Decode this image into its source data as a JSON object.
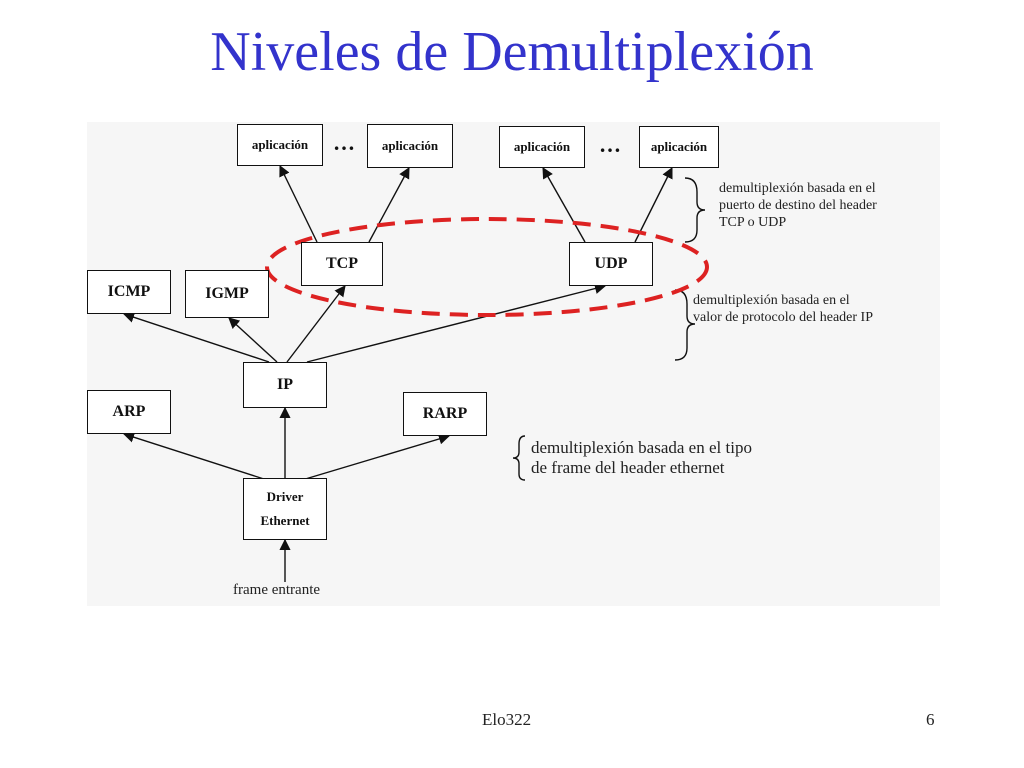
{
  "slide": {
    "title": "Niveles de Demultiplexión",
    "footer_center": "Elo322",
    "page_number": "6"
  },
  "diagram": {
    "boxes": {
      "app1": "aplicación",
      "app2": "aplicación",
      "app3": "aplicación",
      "app4": "aplicación",
      "tcp": "TCP",
      "udp": "UDP",
      "icmp": "ICMP",
      "igmp": "IGMP",
      "ip": "IP",
      "arp": "ARP",
      "rarp": "RARP",
      "driver_line1": "Driver",
      "driver_line2": "Ethernet"
    },
    "ellipsis_left": "…",
    "ellipsis_right": "…",
    "input_label": "frame entrante",
    "notes": {
      "ports_line1": "demultiplexión basada en el",
      "ports_line2": "puerto de destino del header",
      "ports_line3": "TCP o UDP",
      "protocol_line1": "demultiplexión basada en el",
      "protocol_line2": "valor de protocolo del header IP",
      "frame_line1": "demultiplexión basada en el tipo",
      "frame_line2": "de frame del header ethernet"
    },
    "colors": {
      "highlight": "#dd2222",
      "title": "#3333cc"
    }
  }
}
